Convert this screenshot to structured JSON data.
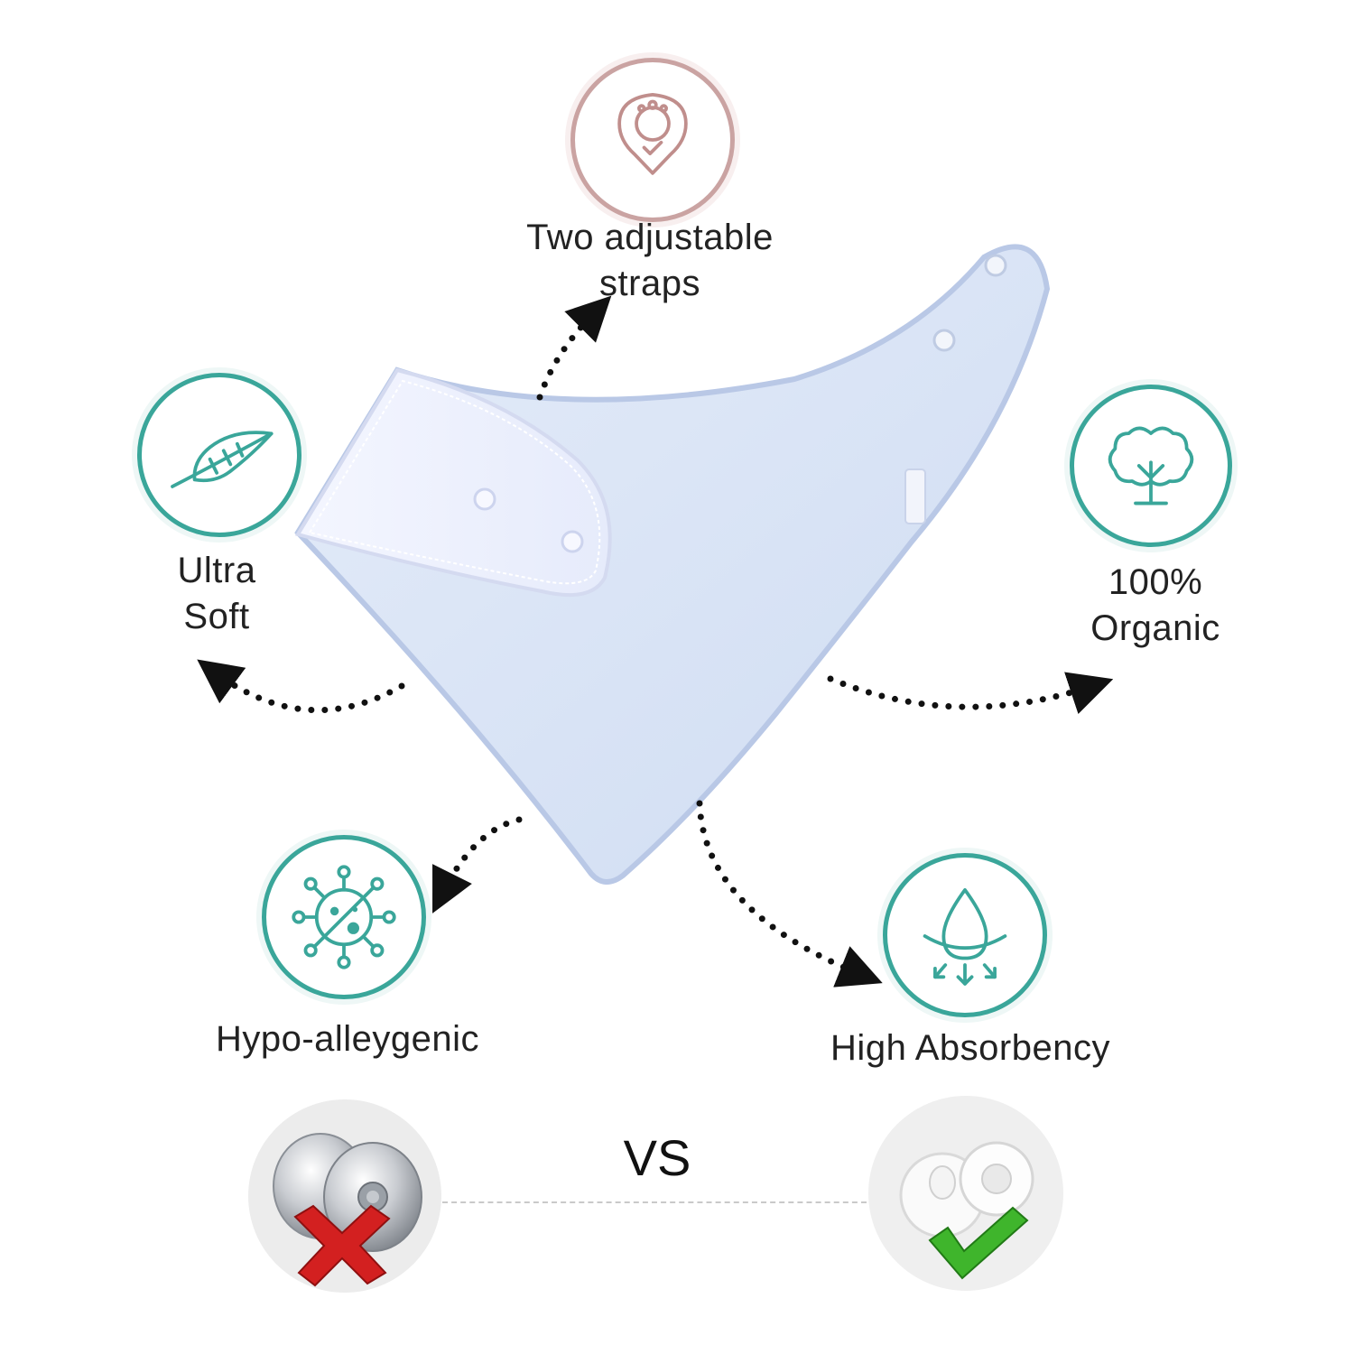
{
  "features": {
    "straps": {
      "line1": "Two adjustable",
      "line2": "straps",
      "icon": "pin-check-icon"
    },
    "soft": {
      "line1": "Ultra",
      "line2": "Soft",
      "icon": "feather-icon"
    },
    "organic": {
      "line1": "100%",
      "line2": "Organic",
      "icon": "cotton-plant-icon"
    },
    "hypo": {
      "label": "Hypo-alleygenic",
      "icon": "germ-blocked-icon"
    },
    "absorb": {
      "label": "High Absorbency",
      "icon": "water-drop-icon"
    }
  },
  "comparison": {
    "vs_label": "VS",
    "bad_option": "metal-magnetic-snap",
    "good_option": "plastic-snap-button"
  },
  "colors": {
    "teal": "#3aa69a",
    "rose": "#caa3a2",
    "bib_blue": "#d3e0f4",
    "red_cross": "#d32020",
    "green_check": "#3fb52c"
  }
}
